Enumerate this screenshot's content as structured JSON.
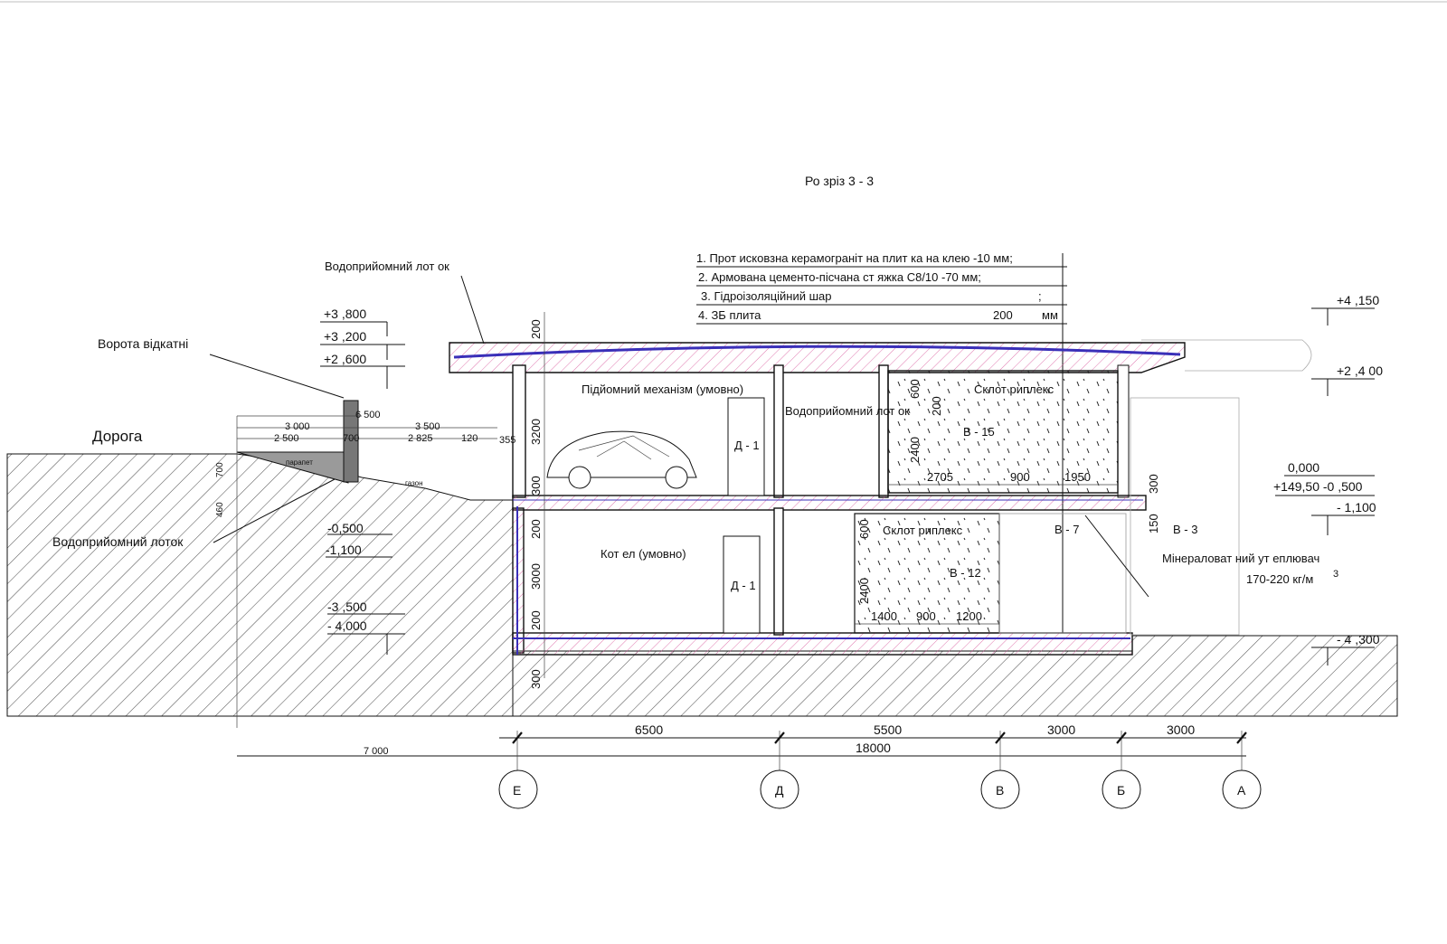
{
  "title": "Ро зріз 3 - 3",
  "layers": [
    "1. Прот исковзна керамограніт на плит ка на клею -10  мм;",
    "2. Армована цементо-пісчана ст яжка С8/10        -70    мм;",
    "3. Гідроізоляційний шар",
    "4. ЗБ плита"
  ],
  "layer_terminators": [
    ";",
    "200",
    "мм"
  ],
  "labels": {
    "water_tray_top": "Водоприйомний лот ок",
    "gates": "Ворота відкатні",
    "road": "Дорога",
    "water_tray_bottom": "Водоприйомний лоток",
    "lift": "Підйомний механізм (умовно)",
    "water_tray_mid": "Водоприйомний лот ок",
    "glass_top": "Склот риплекс",
    "glass_bottom": "Склот риплекс",
    "boiler": "Кот ел (умовно)",
    "insulation": "Мінераловат ний ут еплювач",
    "insulation_density": "170-220 кг/м",
    "insulation_exp": "3",
    "parapet": "парапет",
    "lawn": "газон"
  },
  "marks": {
    "d1_top": "Д - 1",
    "d1_bottom": "Д - 1",
    "v15": "В - 15",
    "v12": "В - 12",
    "v7": "В - 7",
    "v3": "В - 3"
  },
  "levels_left": [
    "+3 ,800",
    "+3 ,200",
    "+2 ,600",
    "-0,500",
    "-1,100",
    "-3 ,500",
    "- 4,000"
  ],
  "levels_right": [
    "+4 ,150",
    "+2 ,4 00",
    "0,000",
    "+149,50 -0 ,500",
    "- 1,100",
    "- 4 ,300"
  ],
  "dims": {
    "site_top": [
      "6 500",
      "3 000",
      "3 500"
    ],
    "site_mid": [
      "2 500",
      "700",
      "2 825",
      "120",
      "355"
    ],
    "site_height": [
      "700",
      "460"
    ],
    "vertical_left": [
      "200",
      "3200",
      "300",
      "200",
      "3000",
      "200",
      "300"
    ],
    "room_heights": [
      "600",
      "200",
      "2400",
      "600",
      "2400"
    ],
    "glass_widths_top": [
      "2705",
      "900",
      "1950"
    ],
    "glass_widths_bottom": [
      "1400",
      "900",
      "1200"
    ],
    "right_small": [
      "300",
      "150"
    ],
    "bays": [
      "6500",
      "5500",
      "3000",
      "3000"
    ],
    "total": "18000",
    "offset": "7 000"
  },
  "axes": [
    "Е",
    "Д",
    "В",
    "Б",
    "А"
  ],
  "colors": {
    "line": "#111111",
    "insulation": "#3a2fb8",
    "screed": "#d8579c",
    "ground_hatch": "#555555"
  }
}
